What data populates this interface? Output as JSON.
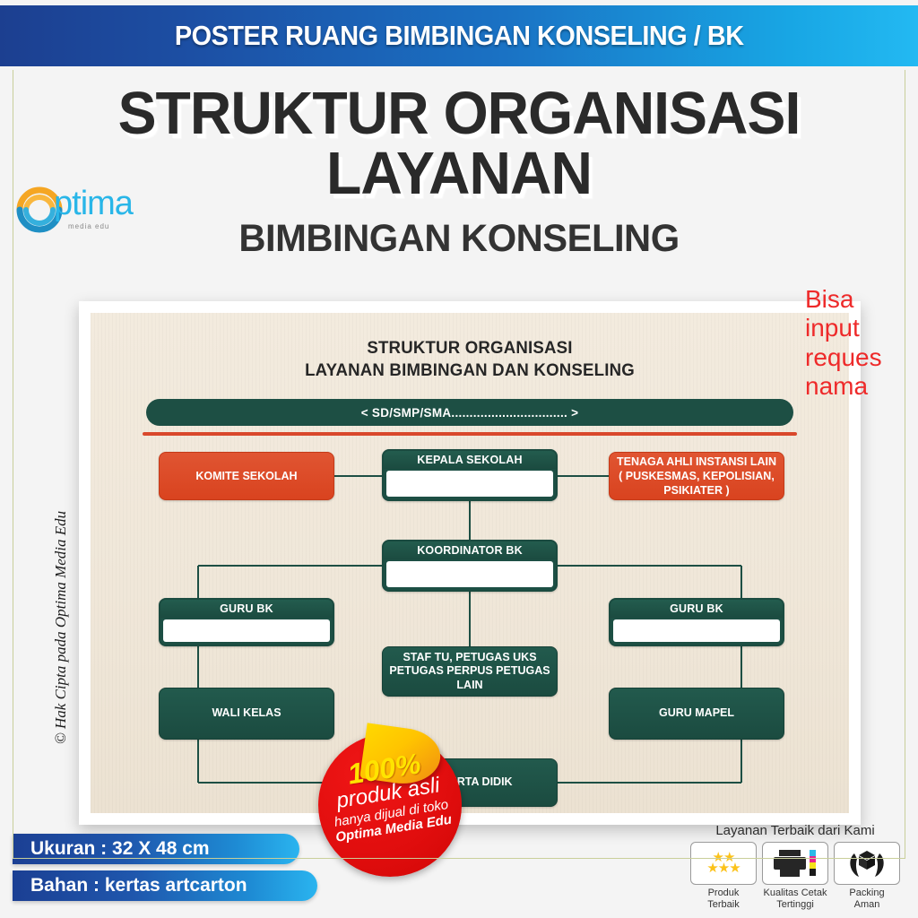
{
  "header": {
    "title": "POSTER RUANG BIMBINGAN KONSELING / BK",
    "gradient_from": "#1c3f90",
    "gradient_to": "#23b9f2"
  },
  "titles": {
    "line1": "STRUKTUR ORGANISASI",
    "line2": "LAYANAN",
    "line3": "BIMBINGAN KONSELING"
  },
  "logo": {
    "word": "ptima",
    "sub": "media edu",
    "arc_color": "#f5a623",
    "ring_color": "#29b6e8"
  },
  "note": {
    "text": "Bisa input reques nama",
    "color": "#ee2a2a"
  },
  "copyright": {
    "text": "© Hak Cipta pada Optima Media Edu"
  },
  "poster": {
    "title_line1": "STRUKTUR ORGANISASI",
    "title_line2": "LAYANAN BIMBINGAN DAN KONSELING",
    "school_bar": "< SD/SMP/SMA................................ >",
    "colors": {
      "green": "#1d4f44",
      "red": "#d9431f",
      "paper": "#f0e7d9"
    },
    "nodes": {
      "komite": "KOMITE SEKOLAH",
      "kepala": "KEPALA SEKOLAH",
      "tenaga": "TENAGA AHLI INSTANSI LAIN ( PUSKESMAS, KEPOLISIAN, PSIKIATER )",
      "koordinator": "KOORDINATOR BK",
      "guru_bk_left": "GURU BK",
      "guru_bk_right": "GURU BK",
      "staf": "STAF TU, PETUGAS UKS PETUGAS PERPUS PETUGAS LAIN",
      "wali": "WALI KELAS",
      "mapel": "GURU MAPEL",
      "peserta": "PESERTA DIDIK"
    }
  },
  "seal": {
    "l1": "100%",
    "l2": "produk asli",
    "l3": "hanya dijual di toko",
    "l4": "Optima Media Edu"
  },
  "specs": {
    "size": "Ukuran : 32 X 48 cm",
    "material": "Bahan : kertas artcarton"
  },
  "services": {
    "title": "Layanan Terbaik dari Kami",
    "items": [
      {
        "caption1": "Produk",
        "caption2": "Terbaik"
      },
      {
        "caption1": "Kualitas Cetak",
        "caption2": "Tertinggi"
      },
      {
        "caption1": "Packing",
        "caption2": "Aman"
      }
    ]
  }
}
